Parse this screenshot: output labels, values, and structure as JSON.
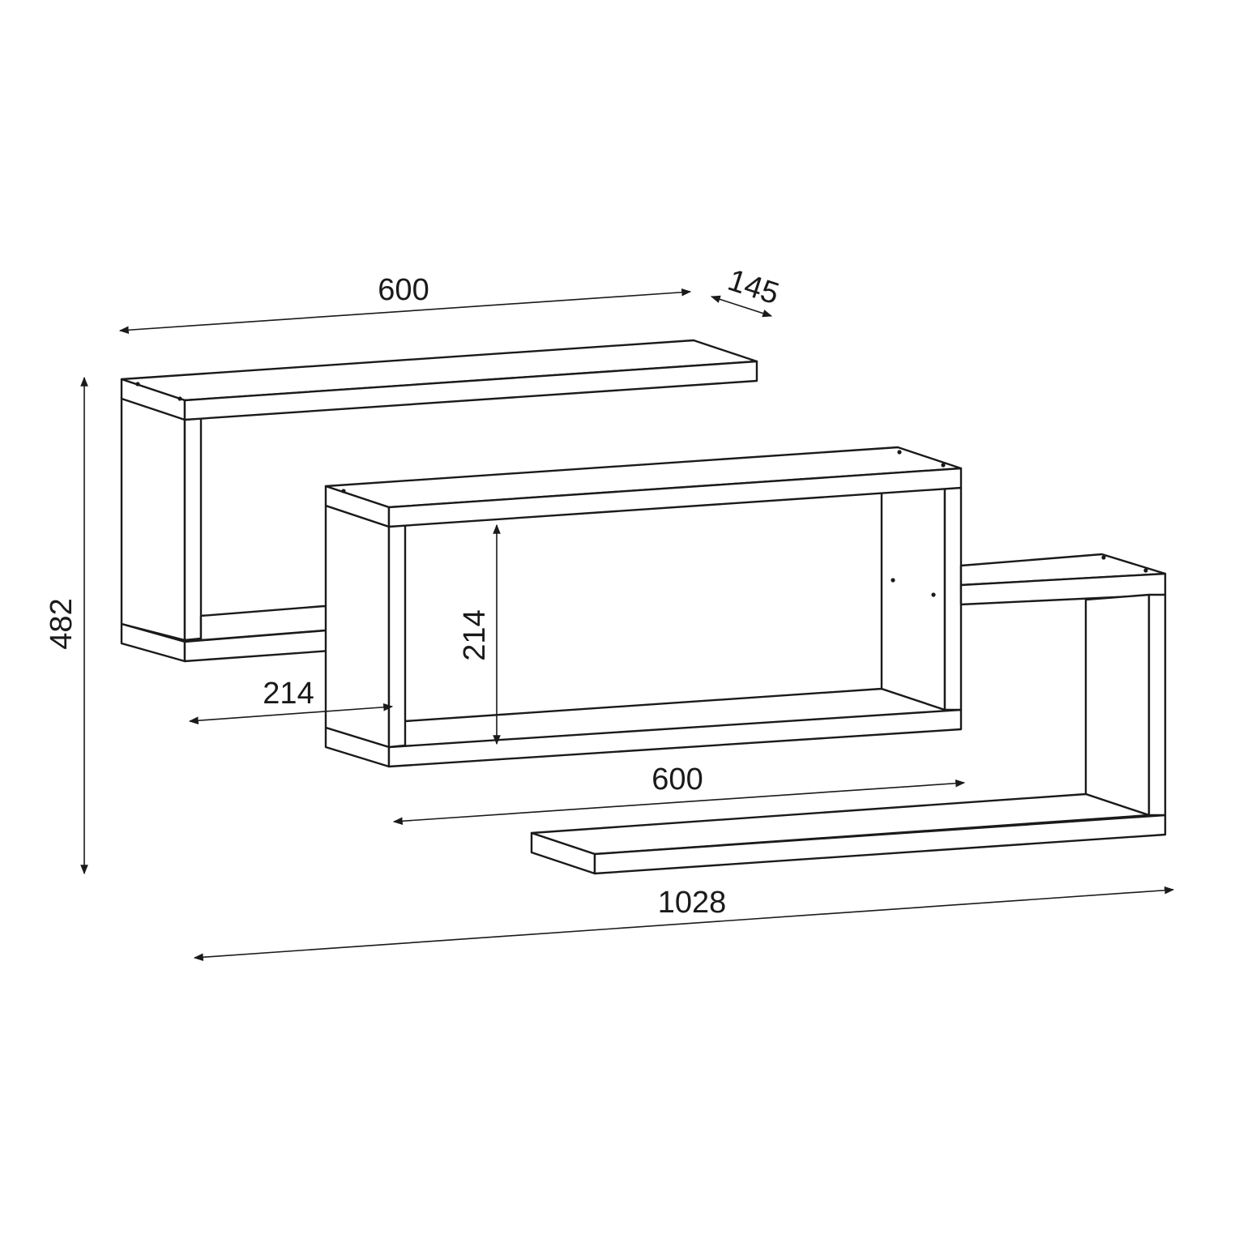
{
  "dimensions": {
    "top_width": "600",
    "depth": "145",
    "total_height": "482",
    "offset_width": "214",
    "inner_height": "214",
    "middle_width": "600",
    "total_width": "1028"
  },
  "colors": {
    "line": "#1a1a1a",
    "background": "#ffffff"
  }
}
